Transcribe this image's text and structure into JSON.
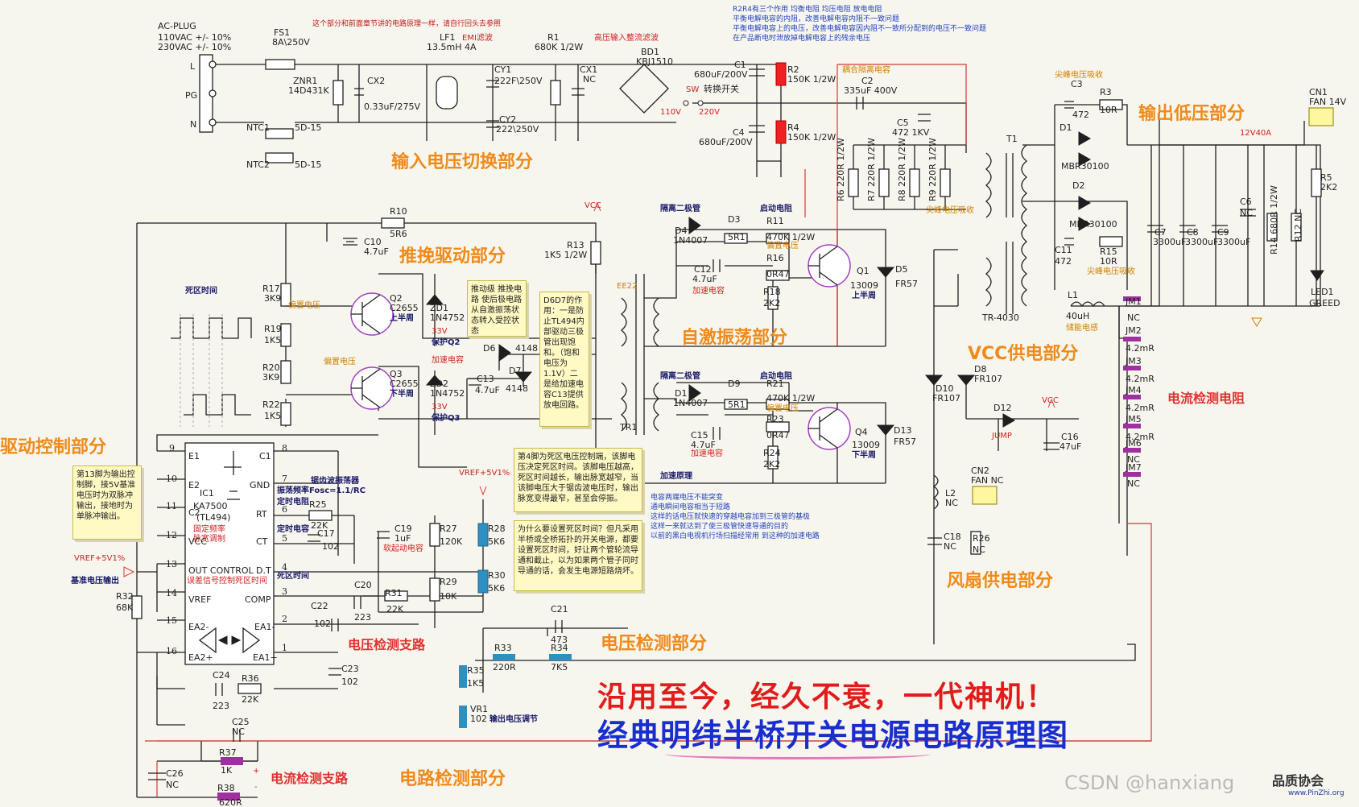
{
  "title": "经典明纬半桥开关电源电路原理图",
  "headline": "沿用至今，经久不衰，一代神机！",
  "watermark": "CSDN @hanxiang",
  "logo": {
    "name": "品质协会",
    "url": "www.PinZhi.org"
  },
  "notes": {
    "top_red": "这个部分和前面章节讲的电路原理一样，请自行回头去参照",
    "r2r4": [
      "R2R4有三个作用 均衡电阻  均压电阻  放电电阻",
      "平衡电解电容的内阻，改善电解电容内阻不一致问题",
      "平衡电解电容上的电压，改善电解电容因内阻不一致所分配到的电压不一致问题",
      "在产品断电时泄放掉电解电容上的残余电压"
    ],
    "push_pull": "推动级 推挽电路 使后极电路从自激振荡状态转入受控状态",
    "d6d7": "D6D7的作用：一是防止TL494内部驱动三极管出现饱和。（饱和电压为1.1V）二是给加速电容C13提供放电回路。",
    "pin4": "第4脚为死区电压控制端，该脚电压决定死区时间。该脚电压越高，死区时间越长，输出脉宽越窄，当该脚电压大于锯齿波电压时，输出脉宽变得最窄，甚至会停振。",
    "pin13": "第13脚为输出控制脚，接5V基准电压时为双脉冲输出，接地时为单脉冲输出。",
    "deadtime": "为什么要设置死区时间？但凡采用半桥或全桥拓扑的开关电源，都要设置死区时间，好让两个管轮流导通和截止，以为如果两个管子同时导通的话，会发生电源短路烧坏。",
    "speedup": [
      "电容两端电压不能突变",
      "通电瞬间电容相当于短路",
      "这样的话电压就快速的穿越电容加到三极管的基极",
      "这样一来就达到了使三极管快速导通的目的",
      "以前的黑白电视机行场扫描经常用 到这种的加速电路"
    ]
  },
  "sections": {
    "input": "输入电压切换部分",
    "push": "推挽驱动部分",
    "osc": "自激振荡部分",
    "vcc": "VCC供电部分",
    "out": "输出低压部分",
    "drive": "驱动控制部分",
    "fan": "风扇供电部分",
    "vdet": "电压检测部分",
    "cdet": "电路检测部分",
    "cres": "电流检测电阻",
    "vbranch": "电压检测支路",
    "cbranch": "电流检测支路"
  },
  "labels": {
    "acplug": "AC-PLUG",
    "ac1": "110VAC  +/-  10%",
    "ac2": "230VAC  +/-  10%",
    "L": "L",
    "PG": "PG",
    "N": "N",
    "fs1": "FS1",
    "fs1v": "8A\\250V",
    "znr1": "ZNR1",
    "znr1v": "14D431K",
    "cx2": "CX2",
    "cx2v": "0.33uF/275V",
    "ntc1": "NTC1",
    "ntc1v": "5D-15",
    "ntc2": "NTC2",
    "ntc2v": "5D-15",
    "lf1": "LF1",
    "lf1v": "13.5mH 4A",
    "emi": "EMI滤波",
    "cy1": "CY1",
    "cy1v": "222F\\250V",
    "cy2": "CY2",
    "cy2v": "222\\250V",
    "r1": "R1",
    "r1v": "680K 1/2W",
    "hv": "高压输入整流滤波",
    "cx1": "CX1",
    "cx1v": "NC",
    "bd1": "BD1",
    "bd1v": "KBJ1510",
    "c1": "C1",
    "c1v": "680uF/200V",
    "c4": "C4",
    "c4v": "680uF/200V",
    "sw": "SW",
    "swl": "转换开关",
    "v110": "110V",
    "v220": "220V",
    "r2": "R2",
    "r2v": "150K 1/2W",
    "r4": "R4",
    "r4v": "150K 1/2W",
    "couple": "耦合隔离电容",
    "c2": "C2",
    "c2v": "335uF 400V",
    "c5": "C5",
    "c5v": "472 1KV",
    "r6": "R6 220R 1/2W",
    "r7": "R7 220R 1/2W",
    "r8": "R8 220R 1/2W",
    "r9": "R9 220R 1/2W",
    "spike": "尖峰电压吸收",
    "t1": "T1",
    "tr4030": "TR-4030",
    "c3": "C3",
    "c3v": "472",
    "r3": "R3",
    "r3v": "10R",
    "d1": "D1",
    "d1v": "MBR30100",
    "d2": "D2",
    "d2v": "MBR30100",
    "c11": "C11",
    "c11v": "472",
    "r15": "R15",
    "r15v": "10R",
    "spike2": "尖峰电压吸收",
    "l1": "L1",
    "l1v": "40uH",
    "l1n": "储能电感",
    "v12": "12V40A",
    "cn1": "CN1",
    "cn1v": "FAN 14V",
    "r5": "R5",
    "r5v": "2K2",
    "c6": "C6",
    "c6v": "NC",
    "c7": "C7",
    "c7v": "3300uF",
    "c8": "C8",
    "c8v": "3300uF",
    "c9": "C9",
    "c9v": "3300uF",
    "r14": "R14 680R 1/2W",
    "r12": "R12 NC",
    "led1": "LED1",
    "led1v": "GREED",
    "jm1": "JM1",
    "jm1v": "NC",
    "jm2": "JM2",
    "jm2v": "4.2mR",
    "jm3": "JM3",
    "jm3v": "4.2mR",
    "jm4": "JM4",
    "jm4v": "4.2mR",
    "jm5": "JM5",
    "jm5v": "4.2mR",
    "jm6": "JM6",
    "jm6v": "NC",
    "jm7": "JM7",
    "jm7v": "NC",
    "vcc": "VCC",
    "r10": "R10",
    "r10v": "5R6",
    "c10": "C10",
    "c10v": "4.7uF",
    "r13": "R13",
    "r13v": "1K5 1/2W",
    "r17": "R17",
    "r17v": "3K9",
    "r19": "R19",
    "r19v": "1K5",
    "bias": "偏置电压",
    "q2": "Q2",
    "q2v": "C2655",
    "q2n": "上半周",
    "zd1": "ZD1",
    "zd1v": "1N4752",
    "v33": "33V",
    "protq2": "保护Q2",
    "accel": "加速电容",
    "q3": "Q3",
    "q3v": "C2655",
    "q3n": "下半周",
    "zd2": "ZD2",
    "zd2v": "1N4752",
    "protq3": "保护Q3",
    "r20": "R20",
    "r20v": "3K9",
    "r22": "R22",
    "r22v": "1K5",
    "d6": "D6",
    "d6v": "4148",
    "d7": "D7",
    "d7v": "4148",
    "c13": "C13",
    "c13v": "4.7uF",
    "ee22": "EE22",
    "tr1": "TR1",
    "iso": "隔离二极管",
    "start": "启动电阻",
    "d4": "D4",
    "d4v": "1N4007",
    "d3": "D3",
    "d3v": "5R1",
    "r11": "R11",
    "r11v": "470K 1/2W",
    "c12": "C12",
    "c12v": "4.7uF",
    "r16": "R16",
    "r16v": "0R47",
    "r18": "R18",
    "r18v": "2K2",
    "q1": "Q1",
    "q1v": "13009",
    "q1n": "上半周",
    "d5": "D5",
    "d5v": "FR57",
    "d1b": "D1",
    "d1bv": "1N4007",
    "d9": "D9",
    "d9v": "5R1",
    "r21": "R21",
    "r21v": "470K 1/2W",
    "c15": "C15",
    "c15v": "4.7uF",
    "r23": "R23",
    "r23v": "0R47",
    "r24": "R24",
    "r24v": "2K2",
    "q4": "Q4",
    "q4v": "13009",
    "q4n": "下半周",
    "d13": "D13",
    "d13v": "FR57",
    "accelp": "加速原理",
    "d10": "D10",
    "d10v": "FR107",
    "d8": "D8",
    "d8v": "FR107",
    "d12": "D12",
    "d12v": "JUMP",
    "c16": "C16",
    "c16v": "47uF",
    "l2": "L2",
    "l2v": "NC",
    "c18": "C18",
    "c18v": "NC",
    "cn2": "CN2",
    "cn2v": "FAN NC",
    "r26": "R26",
    "r26v": "NC",
    "deadt": "死区时间",
    "ic1": "IC1",
    "ic1v": "KA7500",
    "ic1n": "(TL494)",
    "ic1a": "固定频率",
    "ic1b": "脉宽调制",
    "e1": "E1",
    "c1p": "C1",
    "e2": "E2",
    "c2p": "C2",
    "gnd": "GND",
    "rt": "RT",
    "ct": "CT",
    "vccp": "VCC",
    "oc": "OUT CONTROL",
    "dt": "D.T",
    "vref": "VREF",
    "comp": "COMP",
    "ea1": "EA1-",
    "ea1p": "EA1+",
    "ea2": "EA2-",
    "ea2p": "EA2+",
    "saw": "锯齿波振荡器",
    "fosc": "振荡频率Fosc=1.1/RC",
    "tres": "定时电阻",
    "tcap": "定时电容",
    "r25": "R25",
    "r25v": "22K",
    "c17": "C17",
    "c17v": "102",
    "errcmp": "误差信号控制死区时间",
    "dtime": "死区时间",
    "vref5": "VREF+5V1%",
    "vref5b": "VREF+5V1%",
    "refout": "基准电压输出",
    "r32": "R32",
    "r32v": "68K",
    "c19": "C19",
    "c19v": "1uF",
    "softc": "软起动电容",
    "r27": "R27",
    "r27v": "120K",
    "r29": "R29",
    "r29v": "10K",
    "r28": "R28",
    "r28v": "5K6",
    "r30": "R30",
    "r30v": "5K6",
    "c20": "C20",
    "c20v": "223",
    "r31": "R31",
    "r31v": "22K",
    "c22": "C22",
    "c22v": "102",
    "c21": "C21",
    "c21v": "473",
    "r33": "R33",
    "r33v": "220R",
    "r34": "R34",
    "r34v": "7K5",
    "r35": "R35",
    "r35v": "1K5",
    "vr1": "VR1",
    "vr1v": "102",
    "vadj": "输出电压调节",
    "c23": "C23",
    "c23v": "102",
    "c24": "C24",
    "c24v": "223",
    "r36": "R36",
    "r36v": "22K",
    "c25": "C25",
    "c25v": "NC",
    "r37": "R37",
    "r37v": "1K",
    "c26": "C26",
    "c26v": "NC",
    "r38": "R38",
    "r38v": "620R",
    "plus": "+",
    "minus": "-",
    "p1": "1",
    "p2": "2",
    "p3": "3",
    "p4": "4",
    "p5": "5",
    "p6": "6",
    "p7": "7",
    "p8": "8",
    "p9": "9",
    "p10": "10",
    "p11": "11",
    "p12": "12",
    "p13": "13",
    "p14": "14",
    "p15": "15",
    "p16": "16"
  }
}
